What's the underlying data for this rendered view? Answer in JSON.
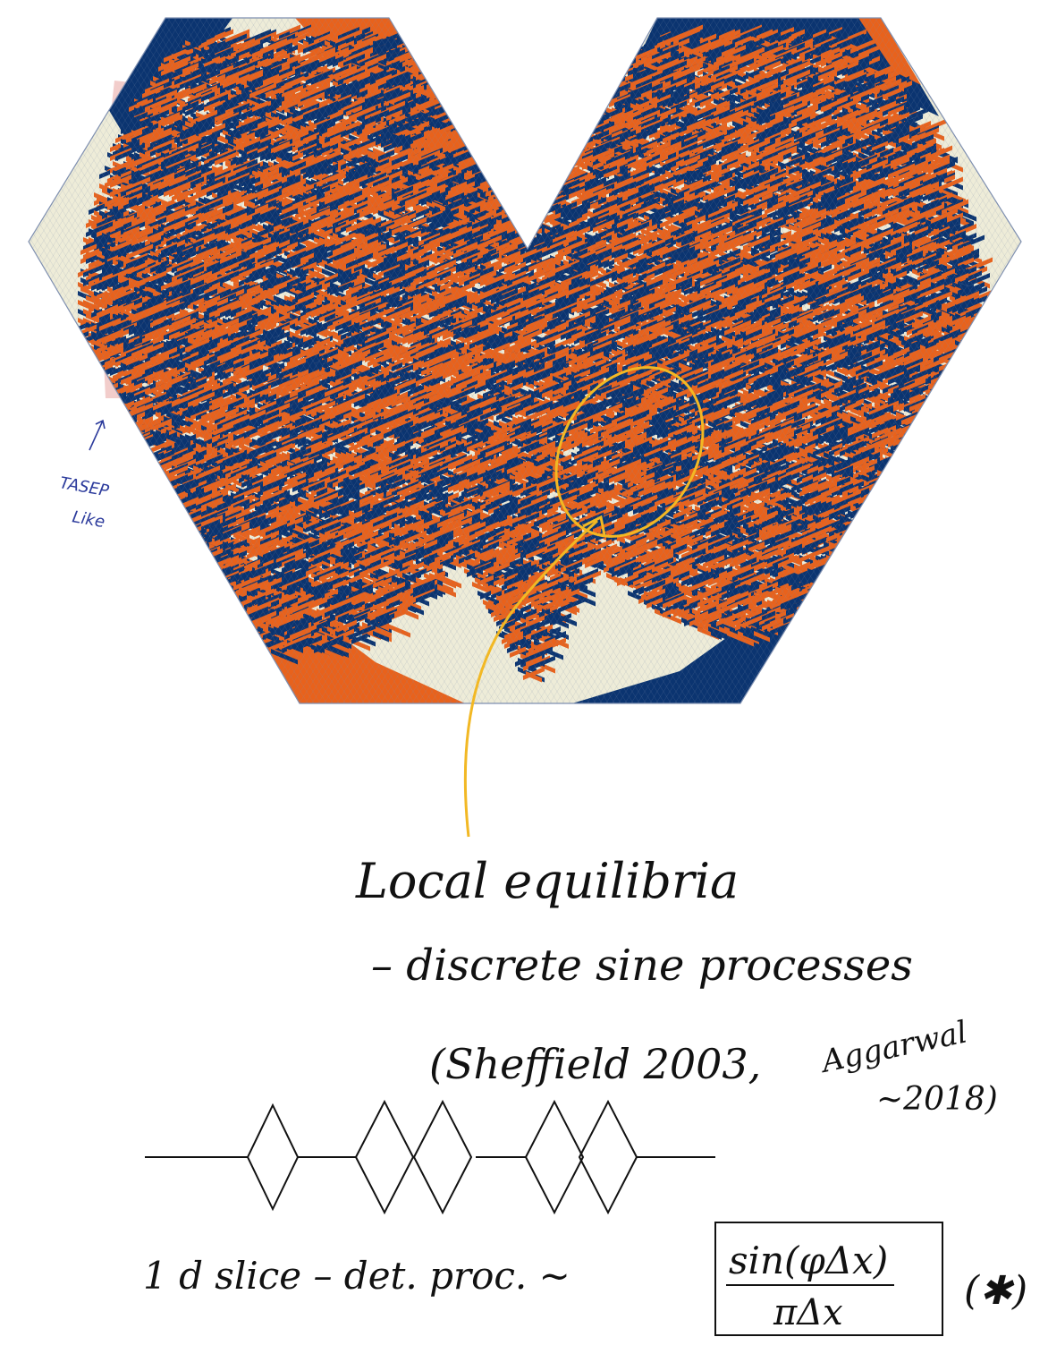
{
  "colors": {
    "orange": "#e8621c",
    "navy": "#0b3470",
    "cream": "#eeecd8",
    "grid": "#7e8fb0",
    "highlight": "#e8a4a0",
    "marker": "#f2b824",
    "ink": "#111111",
    "note_blue": "#2c3b9c"
  },
  "side_note": {
    "line1": "TASEP",
    "line2": "Like"
  },
  "notes": {
    "heading": "Local equilibria",
    "line2": "– discrete sine processes",
    "line3": "(Sheffield 2003,",
    "cite2_name": "Aggarwal",
    "cite2_year": "~2018)",
    "slice_label": "1 d slice – det. proc. ~",
    "numerator": "sin(φΔx)",
    "denominator": "πΔx",
    "star": "(✱)"
  }
}
